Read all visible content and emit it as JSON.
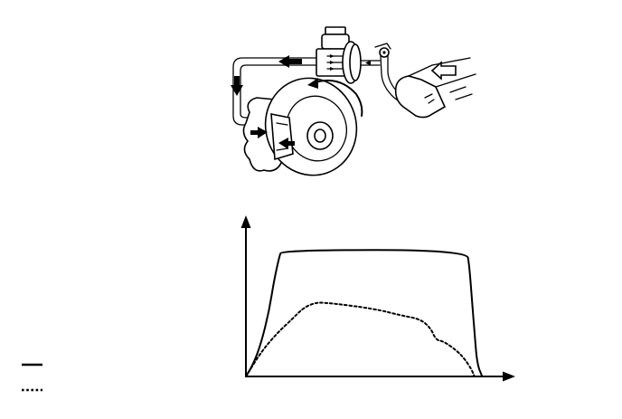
{
  "colors": {
    "ink": "#000000",
    "background": "#ffffff"
  },
  "legend": {
    "items": [
      {
        "line_style": "solid",
        "label": ""
      },
      {
        "line_style": "dotted",
        "label": ""
      }
    ]
  },
  "chart_data": {
    "type": "line",
    "title": "",
    "xlabel": "",
    "ylabel": "",
    "grid": false,
    "x_ticks": false,
    "y_ticks": false,
    "xlim": [
      0,
      100
    ],
    "ylim": [
      0,
      100
    ],
    "legend_placement": "bottom-left",
    "series": [
      {
        "line_style": "solid",
        "x": [
          0,
          3,
          6,
          9,
          11,
          13,
          14,
          86,
          87,
          88,
          89,
          90,
          92
        ],
        "y": [
          0,
          10,
          26,
          50,
          74,
          92,
          97,
          97,
          85,
          60,
          35,
          10,
          0
        ]
      },
      {
        "line_style": "dotted",
        "x": [
          0,
          6,
          12,
          18,
          22,
          26,
          30,
          50,
          60,
          68,
          72,
          74,
          77,
          82,
          85,
          88,
          89
        ],
        "y": [
          0,
          19,
          33,
          44,
          52,
          56,
          57,
          52,
          47,
          44,
          37,
          28,
          27,
          20,
          14,
          5,
          0
        ]
      }
    ]
  }
}
